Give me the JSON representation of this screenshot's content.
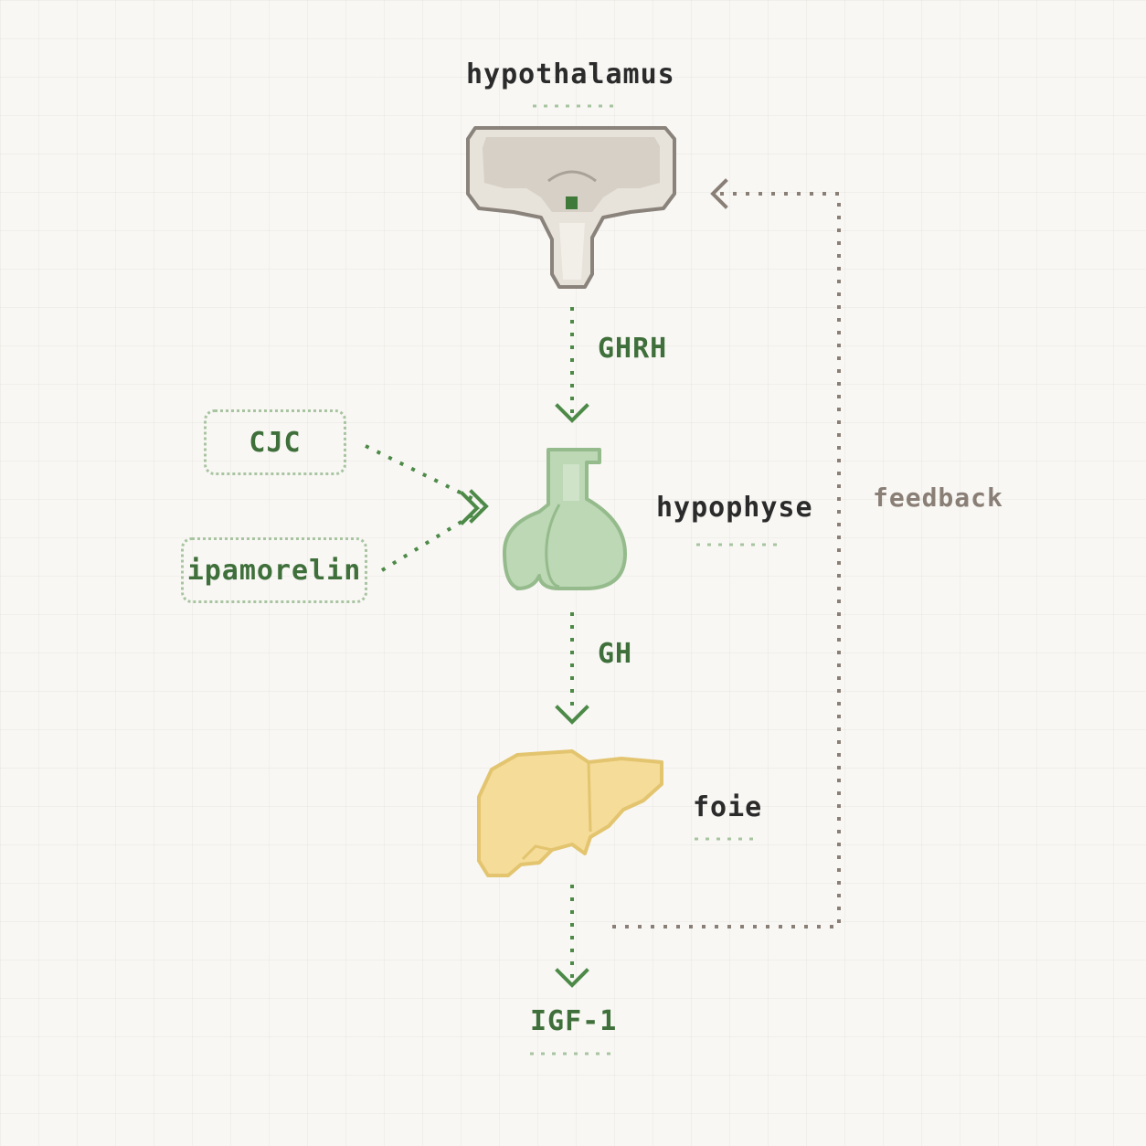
{
  "organs": {
    "hypothalamus": "hypothalamus",
    "pituitary": "hypophyse",
    "liver": "foie",
    "product": "IGF-1"
  },
  "hormones": {
    "ghrh": "GHRH",
    "gh": "GH"
  },
  "inputs": {
    "cjc": "CJC",
    "ipamorelin": "ipamorelin"
  },
  "feedback": "feedback",
  "colors": {
    "green_arrow": "#4d8a48",
    "green_text": "#3f6f3a",
    "feedback_gray": "#8a7f76",
    "underline_green": "#a8c4a0",
    "pituitary_fill": "#bcd8b5",
    "liver_fill": "#f5dc98",
    "hypothalamus_fill": "#e7e2da"
  },
  "icons": {
    "hypothalamus": "hypothalamus-icon",
    "pituitary": "pituitary-gland-icon",
    "liver": "liver-icon"
  }
}
